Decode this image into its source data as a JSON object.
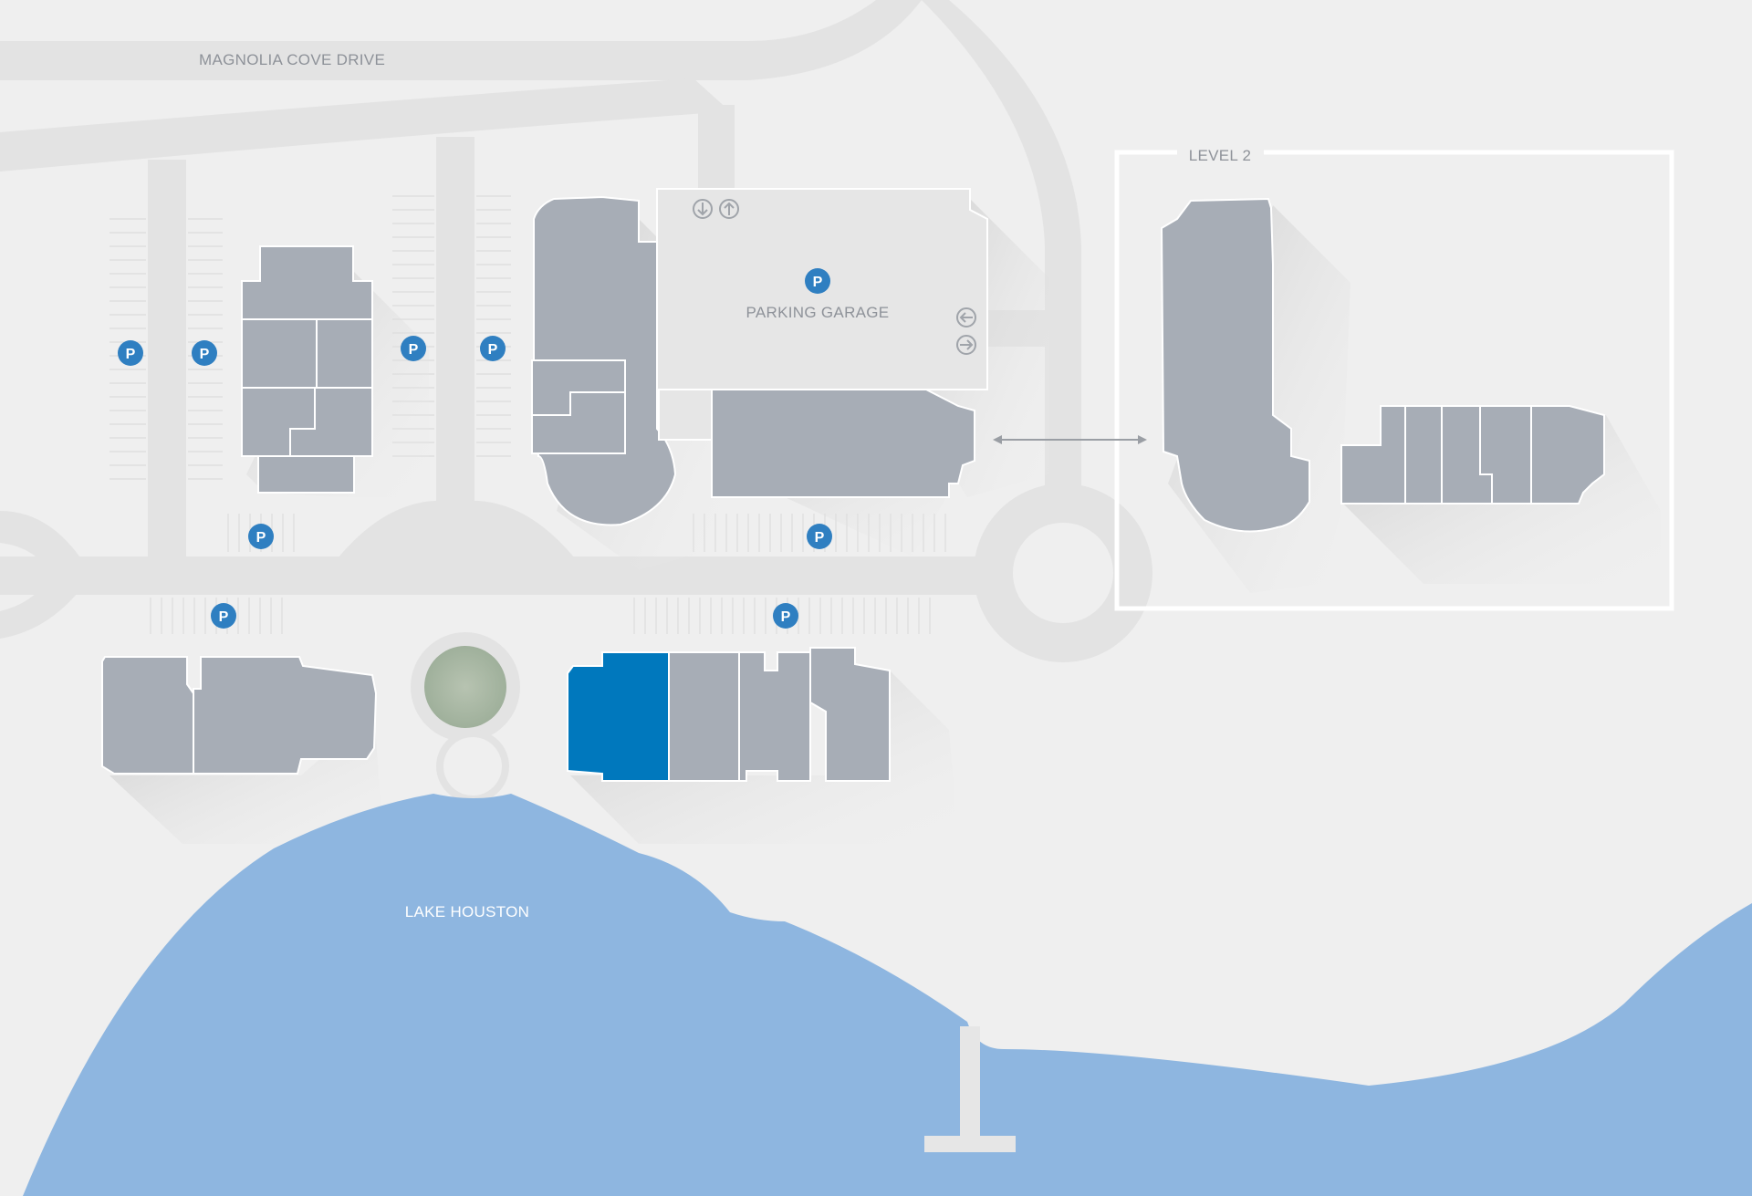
{
  "labels": {
    "street": "MAGNOLIA COVE DRIVE",
    "garage": "PARKING GARAGE",
    "level": "LEVEL 2",
    "lake": "LAKE HOUSTON"
  },
  "parking_marker": "P",
  "icons": {
    "parking": "parking-icon",
    "down_ramp": "arrow-down-circle-icon",
    "up_ramp": "arrow-up-circle-icon",
    "exit": "arrow-left-circle-icon",
    "entry": "arrow-right-circle-icon",
    "connector": "double-arrow-icon"
  },
  "colors": {
    "background": "#efefef",
    "road": "#e3e3e3",
    "building": "#a7adb6",
    "highlighted_building": "#0078bd",
    "water": "#8eb6e0",
    "parking_marker": "#2f7fc1",
    "label": "#8e9299",
    "green_space": "#a9b8a4"
  }
}
